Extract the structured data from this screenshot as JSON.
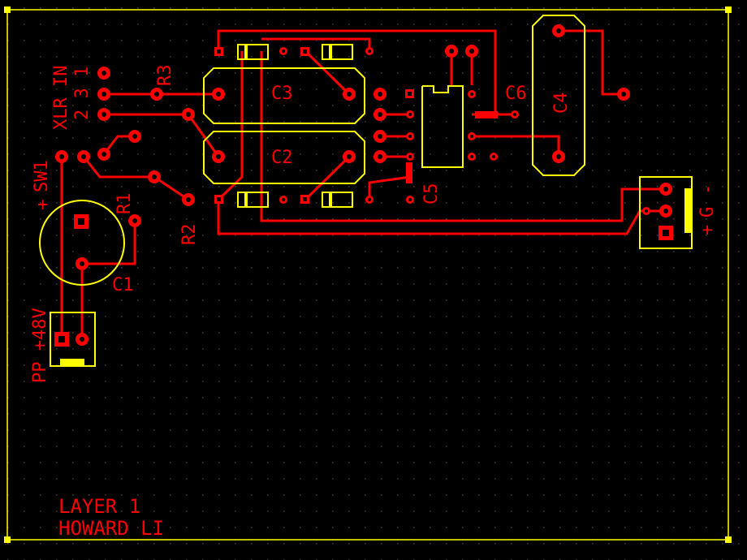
{
  "board": {
    "layer_label": "LAYER 1",
    "author_label": "HOWARD LI",
    "colors": {
      "background": "#000000",
      "copper": "#ff0000",
      "silkscreen": "#ffff00",
      "grid": "#3a3a3a"
    }
  },
  "components": {
    "xlr_in": "XLR IN",
    "xlr_pins": "2 3 1",
    "sw1": "SW1",
    "pp_48v": "PP +48V",
    "r1": "R1",
    "r2": "R2",
    "r3": "R3",
    "c1": "C1",
    "c2": "C2",
    "c3": "C3",
    "c4": "C4",
    "c5": "C5",
    "c6": "C6",
    "out_plus": "+",
    "out_g": "G",
    "out_minus": "-",
    "c1_plus": "+"
  }
}
